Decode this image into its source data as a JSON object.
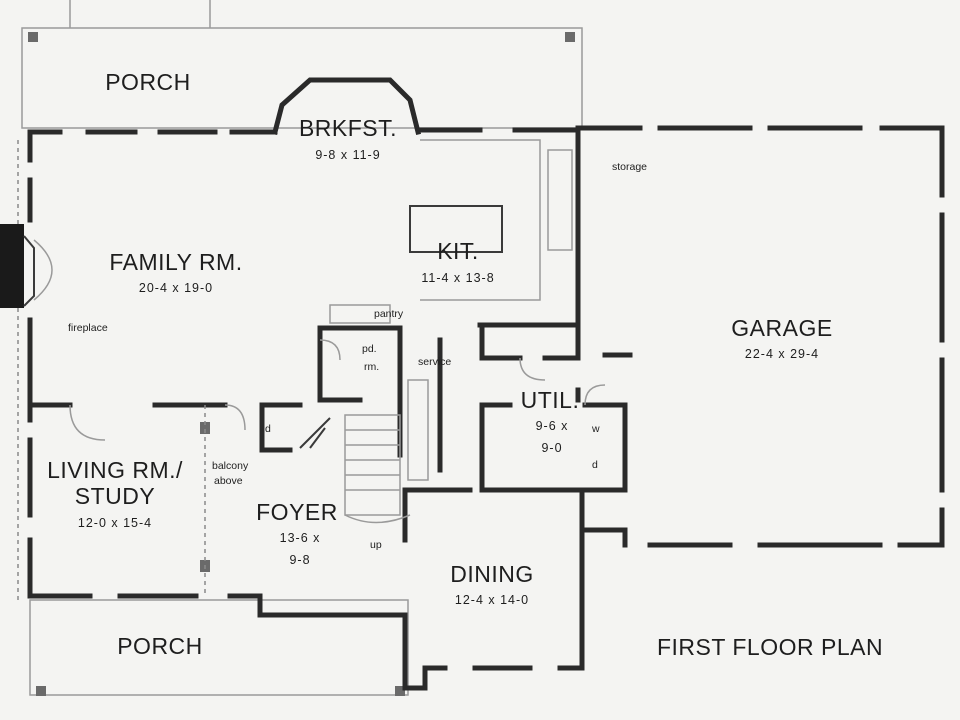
{
  "plan": {
    "title": "FIRST FLOOR PLAN",
    "rooms": {
      "porch_top": {
        "name": "PORCH"
      },
      "brkfst": {
        "name": "BRKFST.",
        "dim": "9-8 x 11-9"
      },
      "family": {
        "name": "FAMILY RM.",
        "dim": "20-4 x 19-0"
      },
      "kit": {
        "name": "KIT.",
        "dim": "11-4 x 13-8"
      },
      "garage": {
        "name": "GARAGE",
        "dim": "22-4 x 29-4"
      },
      "util": {
        "name": "UTIL.",
        "dim1": "9-6 x",
        "dim2": "9-0"
      },
      "living": {
        "name1": "LIVING RM./",
        "name2": "STUDY",
        "dim": "12-0 x 15-4"
      },
      "foyer": {
        "name": "FOYER",
        "dim1": "13-6 x",
        "dim2": "9-8"
      },
      "dining": {
        "name": "DINING",
        "dim": "12-4 x 14-0"
      },
      "porch_bottom": {
        "name": "PORCH"
      }
    },
    "annotations": {
      "storage": "storage",
      "fireplace": "fireplace",
      "pantry": "pantry",
      "pd1": "pd.",
      "pd2": "rm.",
      "service": "service",
      "balcony1": "balcony",
      "balcony2": "above",
      "up": "up",
      "d1": "d",
      "d2": "d",
      "w": "w"
    }
  }
}
